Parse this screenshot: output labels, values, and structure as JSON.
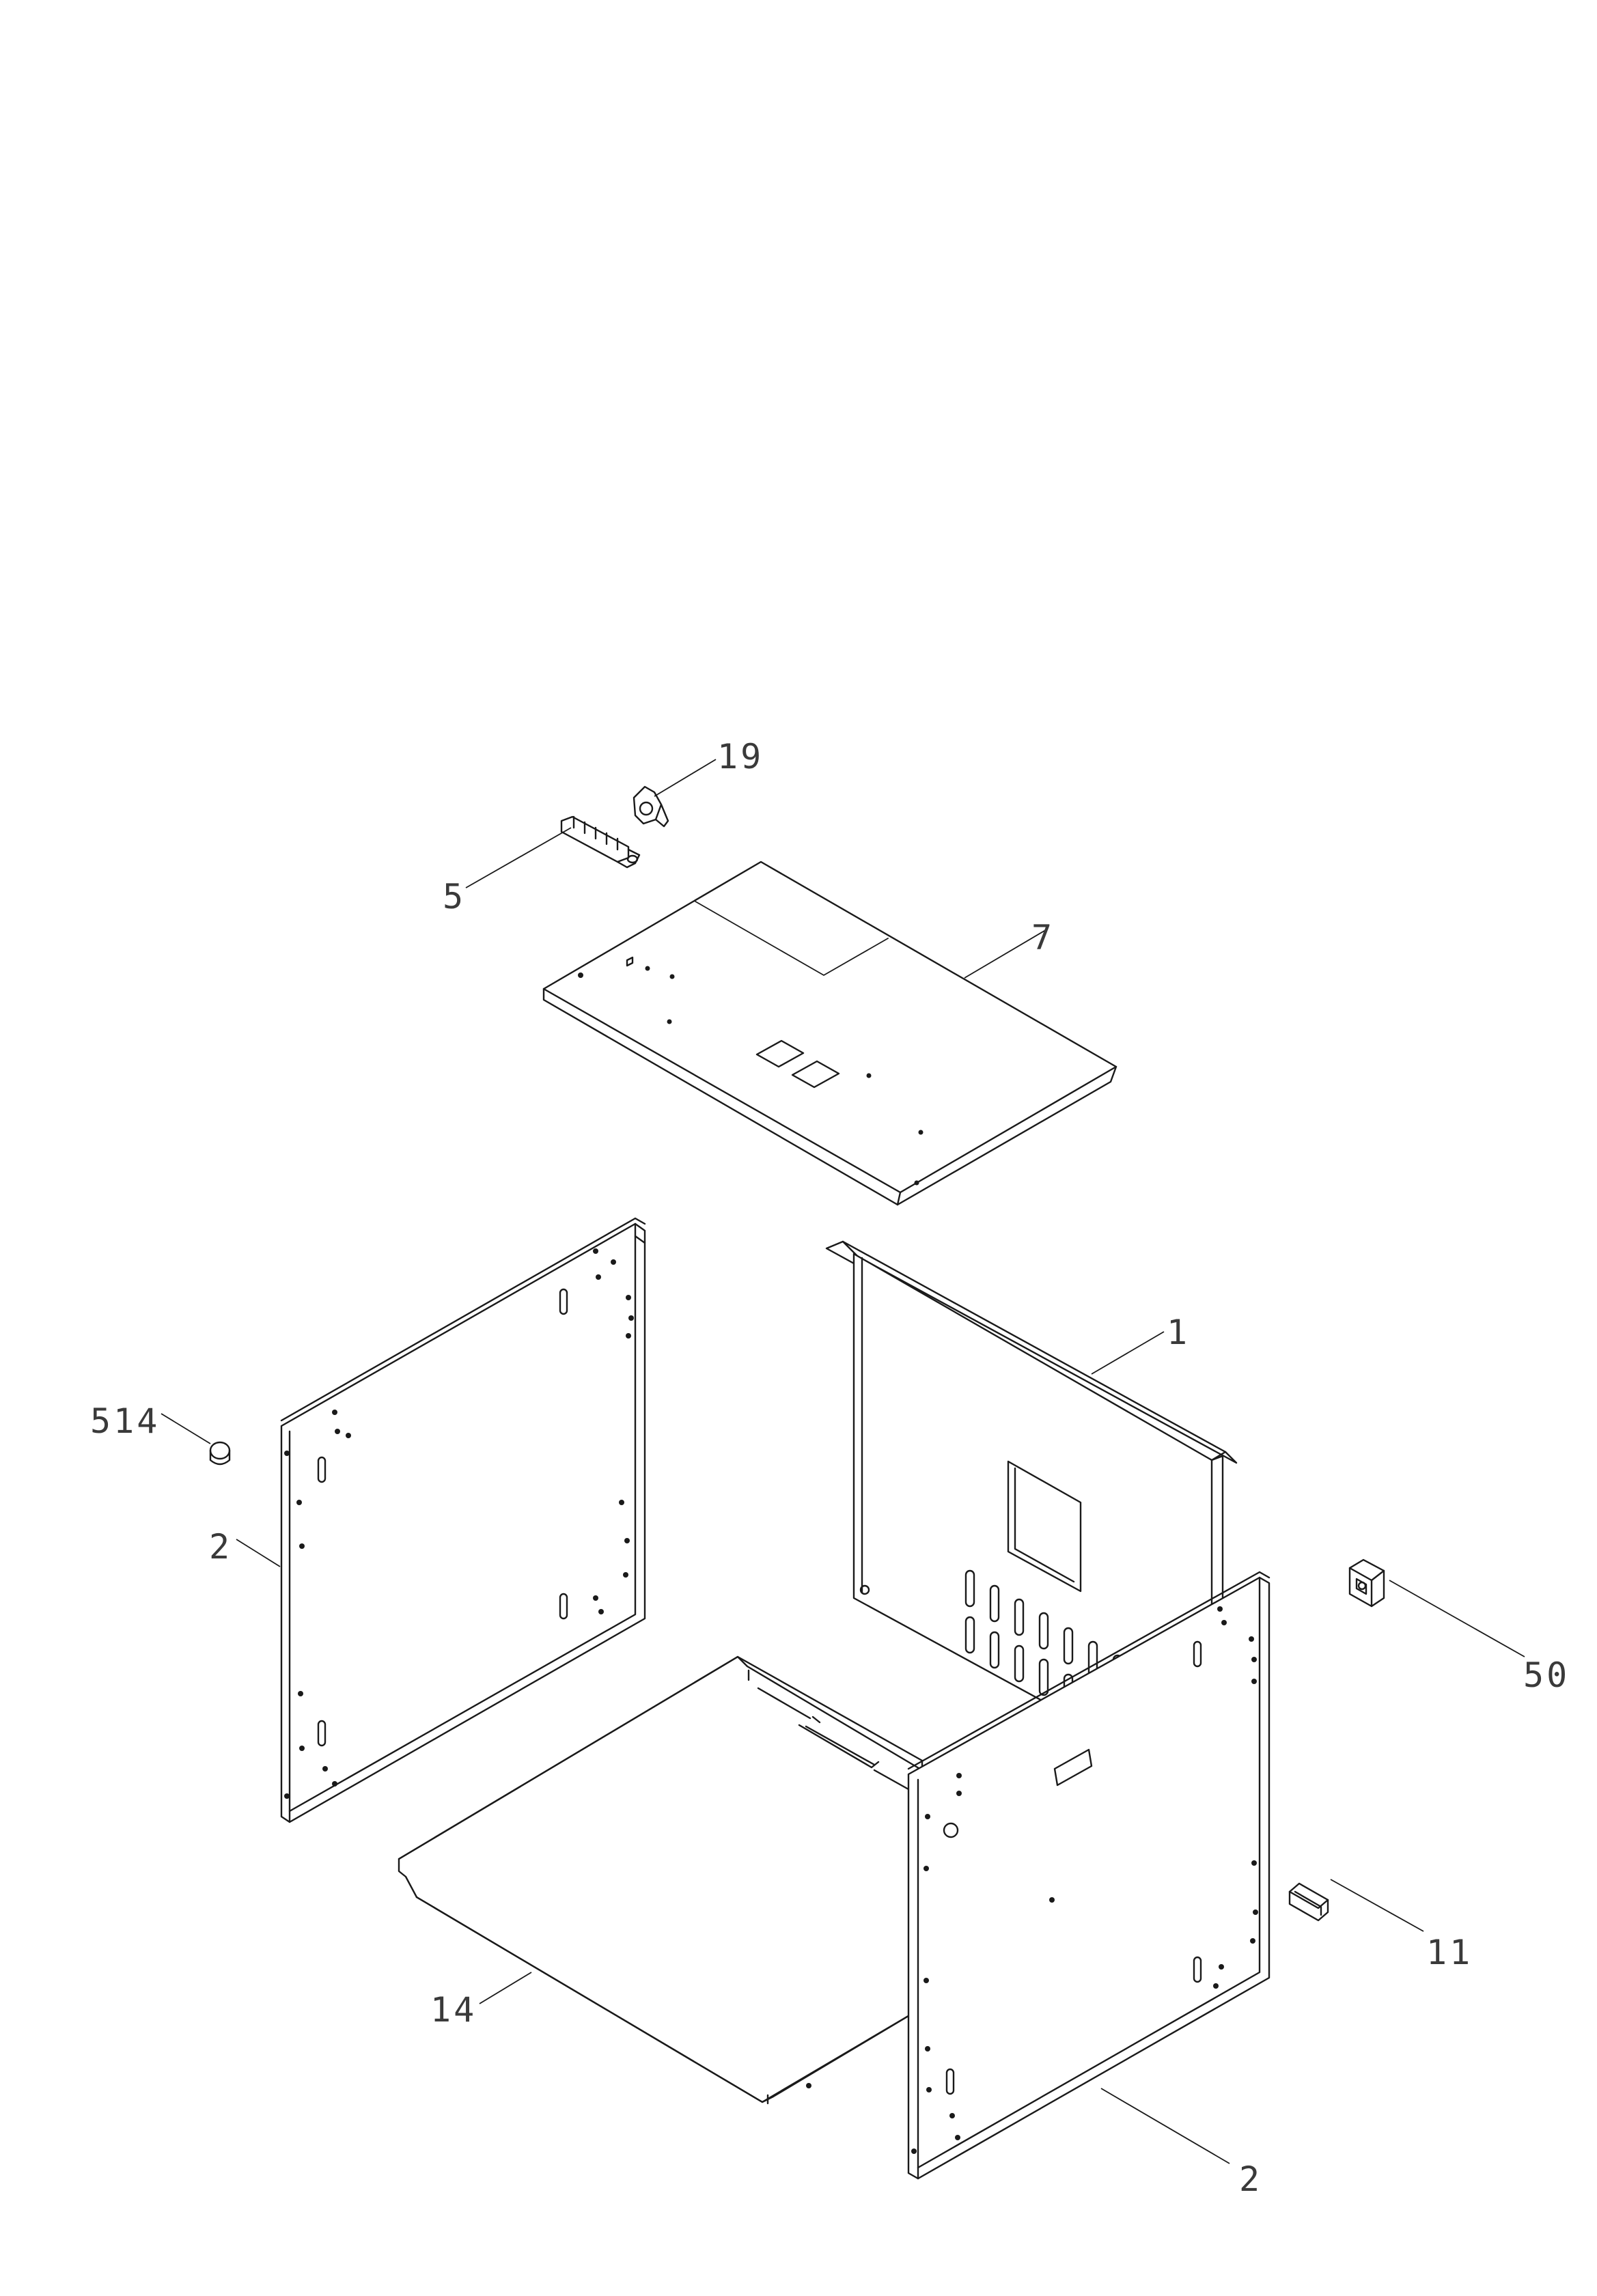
{
  "diagram": {
    "callouts": [
      {
        "id": "19",
        "label": "19"
      },
      {
        "id": "5",
        "label": "5"
      },
      {
        "id": "7",
        "label": "7"
      },
      {
        "id": "1",
        "label": "1"
      },
      {
        "id": "514",
        "label": "514"
      },
      {
        "id": "2-left",
        "label": "2"
      },
      {
        "id": "50",
        "label": "50"
      },
      {
        "id": "11",
        "label": "11"
      },
      {
        "id": "14",
        "label": "14"
      },
      {
        "id": "2-right",
        "label": "2"
      }
    ]
  }
}
